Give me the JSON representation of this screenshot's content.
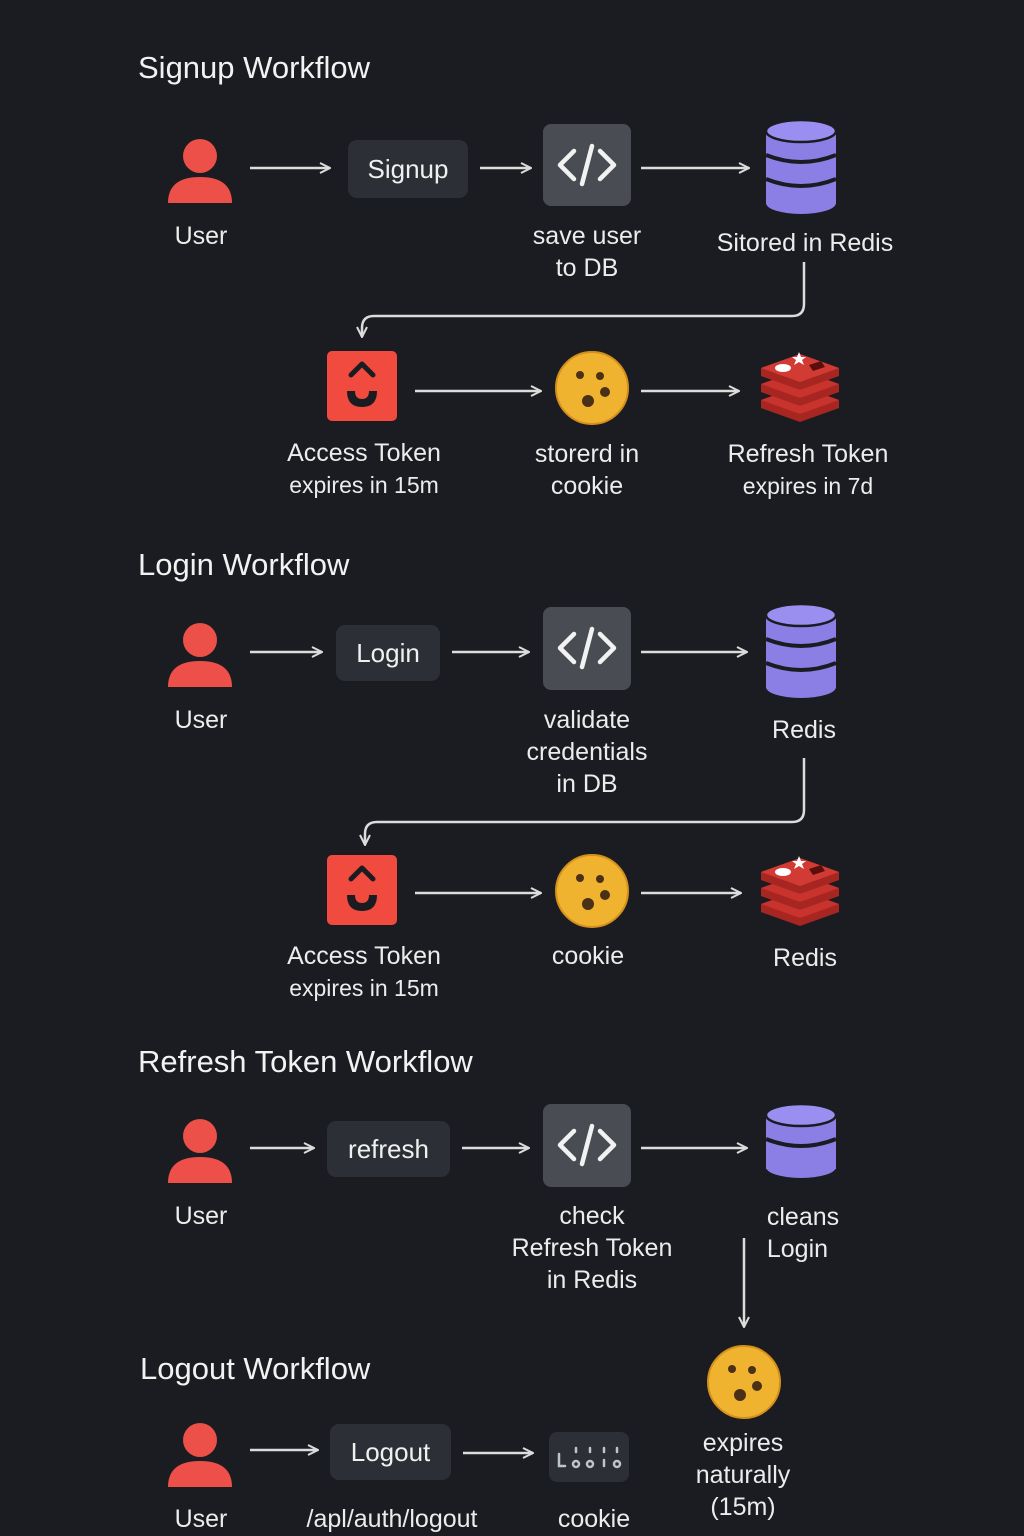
{
  "signup": {
    "title": "Signup Workflow",
    "user_label": "User",
    "button_label": "Signup",
    "code_label_1": "save user",
    "code_label_2": "to DB",
    "db_label": "Sitored in Redis",
    "token_label_1": "Access Token",
    "token_label_2": "expires in 15m",
    "cookie_label_1": "storerd in",
    "cookie_label_2": "cookie",
    "redis_label_1": "Refresh Token",
    "redis_label_2": "expires in 7d"
  },
  "login": {
    "title": "Login Workflow",
    "user_label": "User",
    "button_label": "Login",
    "code_label_1": "validate",
    "code_label_2": "credentials",
    "code_label_3": "in DB",
    "db_label": "Redis",
    "token_label_1": "Access Token",
    "token_label_2": "expires in 15m",
    "cookie_label": "cookie",
    "redis_label": "Redis"
  },
  "refresh": {
    "title": "Refresh Token Workflow",
    "user_label": "User",
    "button_label": "refresh",
    "code_label_1": "check",
    "code_label_2": "Refresh Token",
    "code_label_3": "in Redis",
    "db_label_1": "cleans",
    "db_label_2": "Login",
    "cookie_label_1": "expires",
    "cookie_label_2": "naturally",
    "cookie_label_3": "(15m)"
  },
  "logout": {
    "title": "Logout Workflow",
    "user_label": "User",
    "button_label": "Logout",
    "endpoint_label": "/apl/auth/logout",
    "cookie_label": "cookie"
  },
  "colors": {
    "background": "#1b1c21",
    "user_red": "#ec5048",
    "db_purple": "#8b7fe6",
    "token_red": "#f04b3e",
    "cookie_gold": "#f0b32f",
    "redis_red": "#c8332d",
    "connector": "#dcdcdc",
    "button_bg": "#2c2f35",
    "code_bg": "#494c52"
  },
  "icons": [
    "user-icon",
    "code-icon",
    "database-icon",
    "access-token-icon",
    "cookie-icon",
    "redis-icon",
    "cleared-cookie-icon"
  ]
}
